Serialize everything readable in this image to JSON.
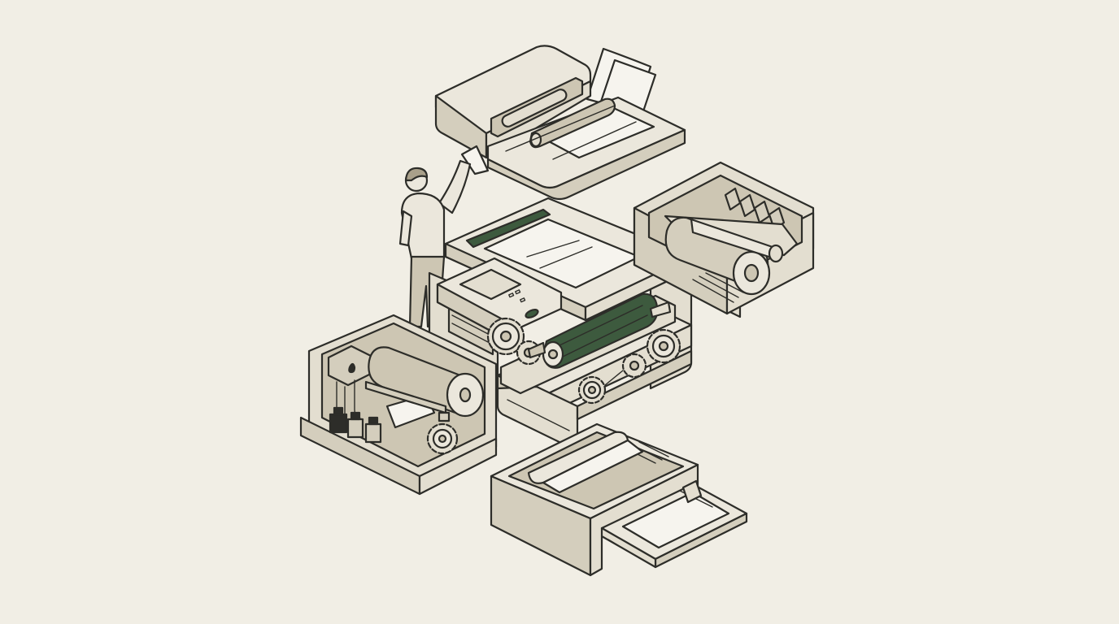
{
  "colors": {
    "background": "#f1eee5",
    "body": "#e3ded0",
    "body_light": "#ebe7dc",
    "body_dark": "#d4cebd",
    "roller": "#cdc6b3",
    "accent_green": "#3d5a3e",
    "paper": "#f6f4ee",
    "outline": "#2d2d29"
  },
  "diagram": {
    "style": "isometric exploded view line illustration",
    "modules": [
      {
        "name": "document-feeder",
        "icon": "document-feeder-icon"
      },
      {
        "name": "scanner-main-unit",
        "icon": "scanner-body-icon"
      },
      {
        "name": "imaging-drum",
        "icon": "green-drum-icon"
      },
      {
        "name": "fuser-unit",
        "icon": "fuser-roller-icon"
      },
      {
        "name": "toner-ink-unit",
        "icon": "toner-unit-icon"
      },
      {
        "name": "paper-tray",
        "icon": "paper-tray-icon"
      },
      {
        "name": "person-loading-paper",
        "icon": "person-icon"
      }
    ]
  }
}
